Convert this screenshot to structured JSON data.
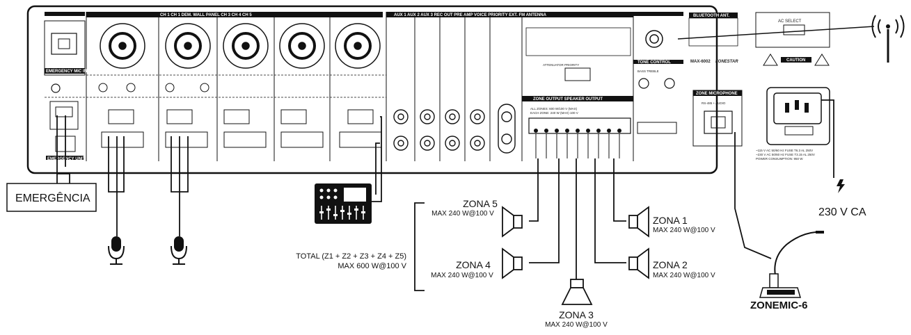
{
  "panel": {
    "section_headers": {
      "channels": "CH 1 CH 1 DEM.  WALL PANEL CH 3 CH 4 CH 5",
      "aux": "AUX 1 AUX 2 AUX 3 REC OUT PRE AMP VOICE PRIORITY EXT. FM ANTENNA",
      "bluetooth": "BLUETOOTH ANT.",
      "ac_select": "AC SELECT",
      "tone_control": "TONE CONTROL",
      "zone_output": "ZONE OUTPUT SPEAKER OUTPUT",
      "zone_microphone": "ZONE MICROPHONE",
      "emergency": "EMERGENCY MIC IN",
      "emergency_unit": "EMERGENCY UNIT"
    },
    "brand": "FONESTAR",
    "model": "MAX-6002",
    "caution": "CAUTION",
    "bass_treble": "BASS  TREBLE",
    "attenuator": "ATTENUATOR PRIORITY",
    "zone_mic_label": "RS-485 + AUDIO",
    "speaker_output_note": "ALL ZONES: 600 W/100 V (MAX)\nEACH ZONE: 240 W (MAX) 100 V",
    "power_note": "~115 V AC 50/60 Hz  FUSE T6.3 AL 250V\n~230 V AC 50/60 Hz  FUSE T3.15 AL 250V\nPOWER CONSUMPTION: 950 W"
  },
  "labels": {
    "emergencia": "EMERGÊNCIA",
    "power": "230 V CA",
    "zonemic": "ZONEMIC-6",
    "total_line1": "TOTAL (Z1 + Z2 + Z3 + Z4 + Z5)",
    "total_line2": "MAX 600 W@100 V"
  },
  "zones": [
    {
      "name": "ZONA 5",
      "spec": "MAX 240 W@100 V"
    },
    {
      "name": "ZONA 4",
      "spec": "MAX 240 W@100 V"
    },
    {
      "name": "ZONA 3",
      "spec": "MAX 240 W@100 V"
    },
    {
      "name": "ZONA 1",
      "spec": "MAX 240 W@100 V"
    },
    {
      "name": "ZONA 2",
      "spec": "MAX 240 W@100 V"
    }
  ],
  "icons": {
    "microphone": "microphone-icon",
    "mixer": "mixer-icon",
    "speaker": "speaker-icon",
    "antenna": "antenna-icon",
    "gooseneck_mic": "gooseneck-microphone-icon",
    "power": "lightning-icon"
  },
  "colors": {
    "line": "#111111",
    "panel_fill": "#ffffff",
    "header_fill": "#111111"
  }
}
